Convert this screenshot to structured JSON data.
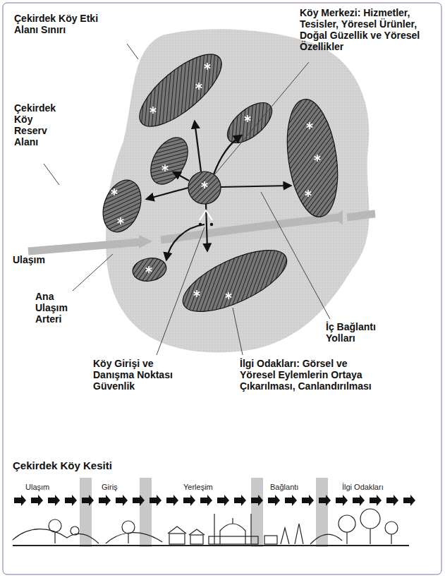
{
  "diagram": {
    "labels": [
      "Çekirdek Köy Etki Alanı Sınırı",
      "Köy Merkezi: Hizmetler, Tesisler, Yöresel Ürünler, Doğal Güzellik ve Yöresel Özellikler",
      "Çekirdek Köy Reserv Alanı",
      "Ulaşım",
      "Ana Ulaşım Arteri",
      "İç Bağlantı Yolları",
      "Köy Girişi ve Danışma Noktası Güvenlik",
      "İlgi Odakları: Görsel ve Yöresel Eylemlerin Ortaya Çıkarılması, Canlandırılması",
      "Çekirdek Köy Kesiti",
      "Ulaşım",
      "Giriş",
      "Yerleşim",
      "Bağlantı",
      "İlgi Odakları"
    ]
  }
}
